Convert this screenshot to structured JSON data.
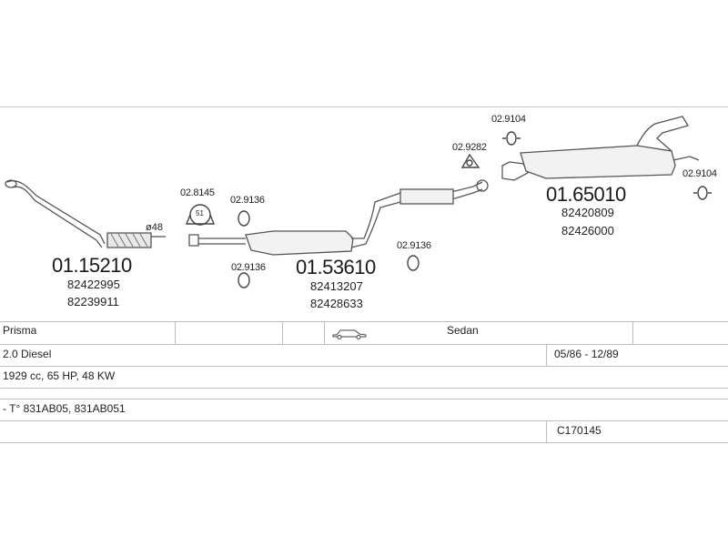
{
  "parts": [
    {
      "code": "01.15210",
      "oem": [
        "82422995",
        "82239911"
      ],
      "diameter": "ø48"
    },
    {
      "code": "01.53610",
      "oem": [
        "82413207",
        "82428633"
      ]
    },
    {
      "code": "01.65010",
      "oem": [
        "82420809",
        "82426000"
      ]
    }
  ],
  "fittings": {
    "f1": "02.8145",
    "f1_badge": "51",
    "f2": "02.9136",
    "f3": "02.9136",
    "f4": "02.9136",
    "f5": "02.9282",
    "f6": "02.9104",
    "f7": "02.9104"
  },
  "vehicle": {
    "model": "Prisma",
    "body": "Sedan",
    "engine": "2.0 Diesel",
    "date_range": "05/86 - 12/89",
    "specs": "1929 cc, 65 HP, 48 KW",
    "engine_codes": "- T° 831AB05, 831AB051",
    "catalog_code": "C170145",
    "car_icon": "sedan-car-icon"
  }
}
